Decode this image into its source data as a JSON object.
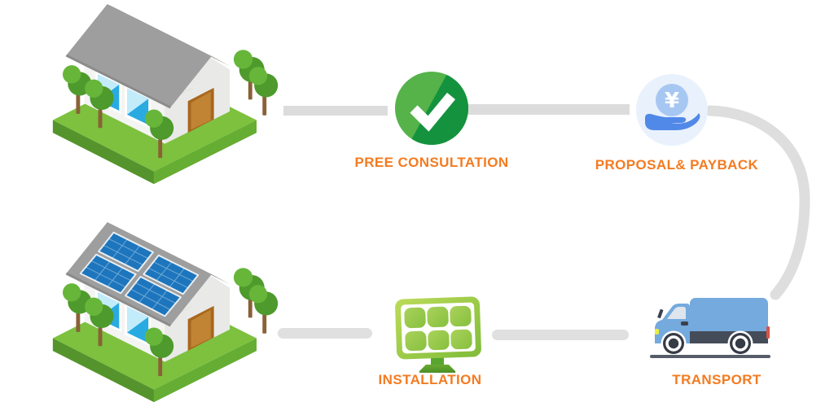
{
  "diagram": {
    "labels": {
      "consultation": "PREE CONSULTATION",
      "proposal": "PROPOSAL& PAYBACK",
      "installation": "INSTALLATION",
      "transport": "TRANSPORT"
    },
    "colors": {
      "label_orange": "#f47b21",
      "connector_gray": "#dcdcdc",
      "check_green_light": "#55b34a",
      "check_green_dark": "#15923e",
      "payback_circle_blue": "#e9f1fc",
      "payback_hand_blue": "#5189e8",
      "panel_green": "#8cc63f",
      "truck_blue": "#74aade",
      "grass_green": "#7dc13e",
      "solar_cell_blue": "#1d76bd"
    },
    "icons": [
      "checkmark-circle-icon",
      "yen-hand-icon",
      "solar-panel-icon",
      "delivery-truck-icon"
    ],
    "illustrations": [
      "house-without-solar-panels",
      "house-with-solar-panels"
    ]
  }
}
